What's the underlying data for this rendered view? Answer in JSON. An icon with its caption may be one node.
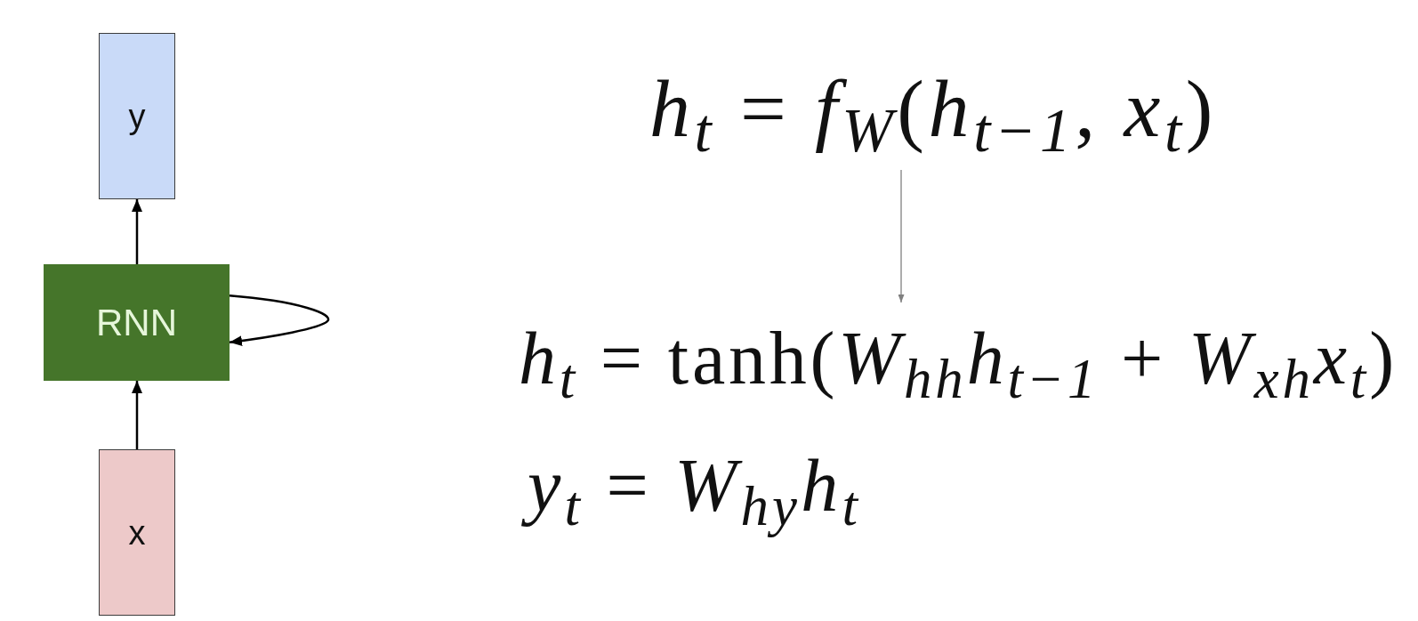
{
  "diagram": {
    "nodes": [
      {
        "text": [
          "y"
        ]
      },
      {
        "text": [
          "RNN"
        ]
      },
      {
        "text": [
          "x"
        ]
      },
      {
        "text": [
          "*h*$_{t}$ = *f*$_{W}$(*h*$_{t−1}$, *x*$_{t}$)"
        ]
      },
      {
        "text": [
          "*h*$_{t}$ = tanh(*W*$_{hh}$*h*$_{t−1}$ + *W*$_{xh}$*x*$_{t}$)"
        ]
      }
    ],
    "edges": [
      {
        "from": 1,
        "to": 0,
        "arrow": "to"
      },
      {
        "from": 1,
        "to": 1,
        "arrow": "to"
      },
      {
        "from": 2,
        "to": 1,
        "arrow": "to"
      },
      {
        "from": 3,
        "to": 4,
        "arrow": "to",
        "color": "#808080"
      }
    ],
    "labels": [
      "*y*$_{t}$ = *W*$_{hy}$*h*$_{t}$"
    ]
  }
}
